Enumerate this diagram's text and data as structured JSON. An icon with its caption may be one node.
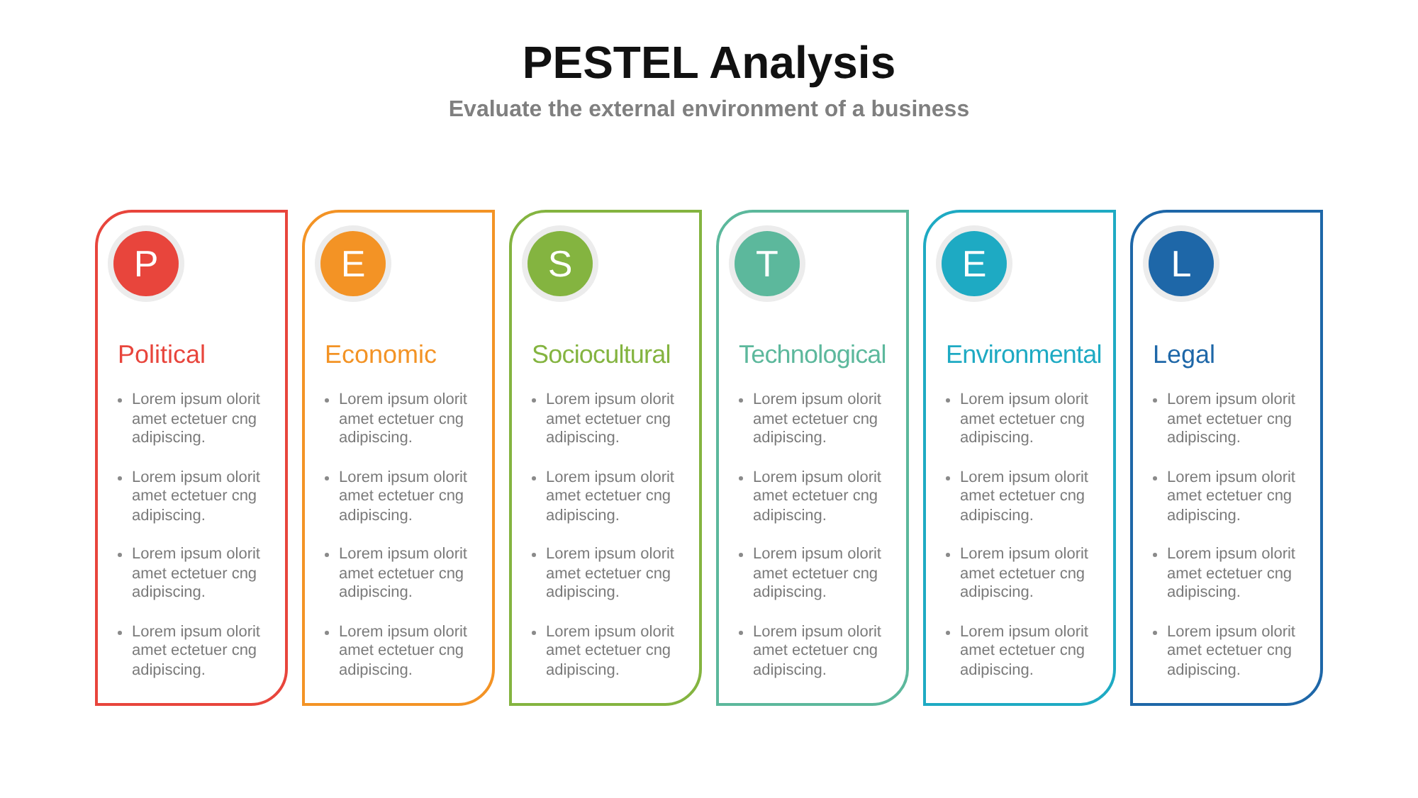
{
  "diagram": {
    "title": "PESTEL Analysis",
    "caption": "Evaluate the external environment of a business",
    "nodes": [
      {
        "text": [
          "Political",
          "Lorem ipsum olorit amet ectetuer cng adipiscing.",
          "Lorem ipsum olorit amet ectetuer cng adipiscing.",
          "Lorem ipsum olorit amet ectetuer cng adipiscing.",
          "Lorem ipsum olorit amet ectetuer cng adipiscing."
        ]
      },
      {
        "text": [
          "P"
        ],
        "in": 0
      },
      {
        "text": [
          "Economic",
          "Lorem ipsum olorit amet ectetuer cng adipiscing.",
          "Lorem ipsum olorit amet ectetuer cng adipiscing.",
          "Lorem ipsum olorit amet ectetuer cng adipiscing.",
          "Lorem ipsum olorit amet ectetuer cng adipiscing."
        ]
      },
      {
        "text": [
          "E"
        ],
        "in": 2
      },
      {
        "text": [
          "Sociocultural",
          "Lorem ipsum olorit amet ectetuer cng adipiscing.",
          "Lorem ipsum olorit amet ectetuer cng adipiscing.",
          "Lorem ipsum olorit amet ectetuer cng adipiscing.",
          "Lorem ipsum olorit amet ectetuer cng adipiscing."
        ]
      },
      {
        "text": [
          "S"
        ],
        "in": 4
      },
      {
        "text": [
          "Technological",
          "Lorem ipsum olorit amet ectetuer cng adipiscing.",
          "Lorem ipsum olorit amet ectetuer cng adipiscing.",
          "Lorem ipsum olorit amet ectetuer cng adipiscing.",
          "Lorem ipsum olorit amet ectetuer cng adipiscing."
        ]
      },
      {
        "text": [
          "T"
        ],
        "in": 6
      },
      {
        "text": [
          "Environmental",
          "Lorem ipsum olorit amet ectetuer cng adipiscing.",
          "Lorem ipsum olorit amet ectetuer cng adipiscing.",
          "Lorem ipsum olorit amet ectetuer cng adipiscing.",
          "Lorem ipsum olorit amet ectetuer cng adipiscing."
        ]
      },
      {
        "text": [
          "E"
        ],
        "in": 8
      },
      {
        "text": [
          "Legal",
          "Lorem ipsum olorit amet ectetuer cng adipiscing.",
          "Lorem ipsum olorit amet ectetuer cng adipiscing.",
          "Lorem ipsum olorit amet ectetuer cng adipiscing.",
          "Lorem ipsum olorit amet ectetuer cng adipiscing."
        ]
      },
      {
        "text": [
          "L"
        ],
        "in": 10
      }
    ]
  }
}
